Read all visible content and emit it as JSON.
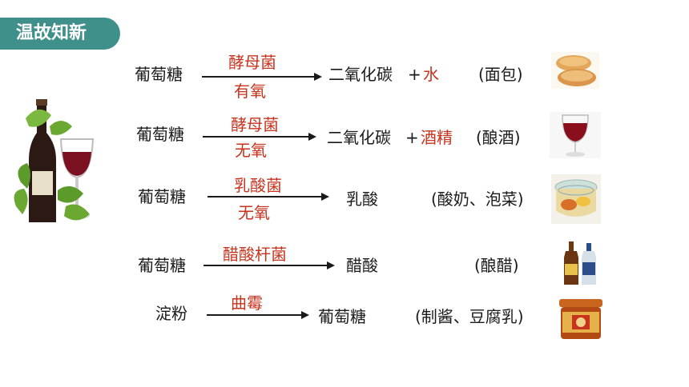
{
  "title": "温故知新",
  "rows": [
    {
      "reactant": "葡萄糖",
      "above": "酵母菌",
      "below": "有氧",
      "product": "二氧化碳",
      "plus": "+",
      "extra": "水",
      "use": "(面包)"
    },
    {
      "reactant": "葡萄糖",
      "above": "酵母菌",
      "below": "无氧",
      "product": "二氧化碳",
      "plus": "+",
      "extra": "酒精",
      "use": "(酿酒)"
    },
    {
      "reactant": "葡萄糖",
      "above": "乳酸菌",
      "below": "无氧",
      "product": "乳酸",
      "use": "(酸奶、泡菜)"
    },
    {
      "reactant": "葡萄糖",
      "above": "醋酸杆菌",
      "product": "醋酸",
      "use": "(酿醋)"
    },
    {
      "reactant": "淀粉",
      "above": "曲霉",
      "product": "葡萄糖",
      "use": "(制酱、豆腐乳)"
    }
  ],
  "images": [
    "bread-image",
    "red-wine-glass-image",
    "pickles-jar-image",
    "vinegar-bottles-image",
    "sauce-jar-image",
    "wine-bottle-grapes-image"
  ]
}
